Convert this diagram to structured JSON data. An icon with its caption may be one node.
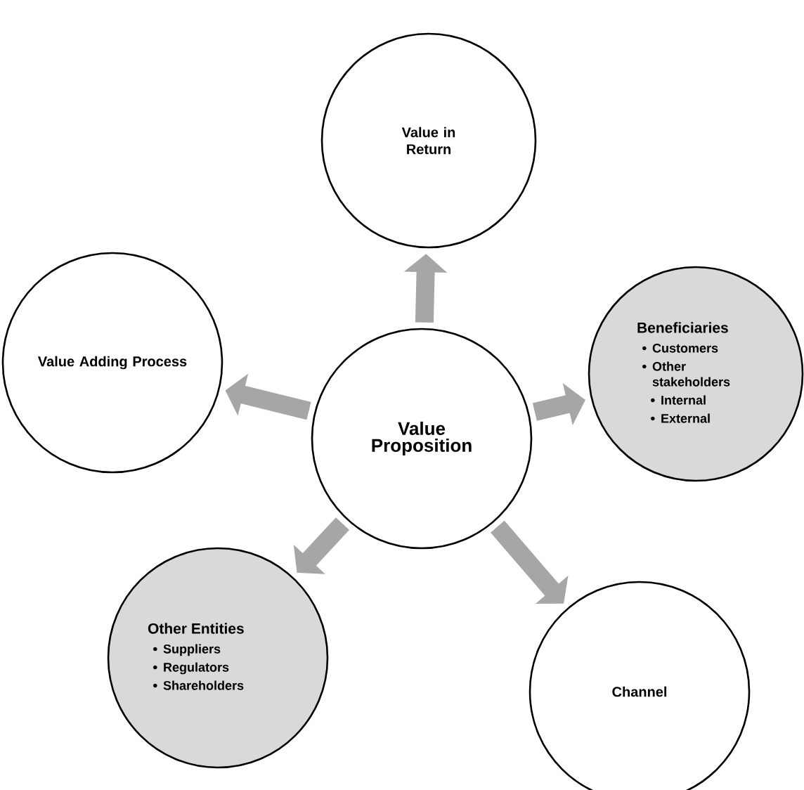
{
  "diagram": {
    "nodes": [
      {
        "text": [
          "Value in Return"
        ]
      },
      {
        "text": [
          "Value Adding Process"
        ]
      },
      {
        "text": [
          "Value Proposition"
        ]
      },
      {
        "text": [
          "Beneficiaries",
          "Customers",
          "Other stakeholders",
          "Internal",
          "External"
        ]
      },
      {
        "text": [
          "Other Entities",
          "Suppliers",
          "Regulators",
          "Shareholders"
        ]
      },
      {
        "text": [
          "Channel"
        ]
      }
    ],
    "edges": [
      {
        "from": 2,
        "to": 0,
        "arrow": "to"
      },
      {
        "from": 2,
        "to": 3,
        "arrow": "to"
      },
      {
        "from": 2,
        "to": 5,
        "arrow": "to"
      },
      {
        "from": 2,
        "to": 4,
        "arrow": "to"
      },
      {
        "from": 2,
        "to": 1,
        "arrow": "to"
      }
    ]
  }
}
